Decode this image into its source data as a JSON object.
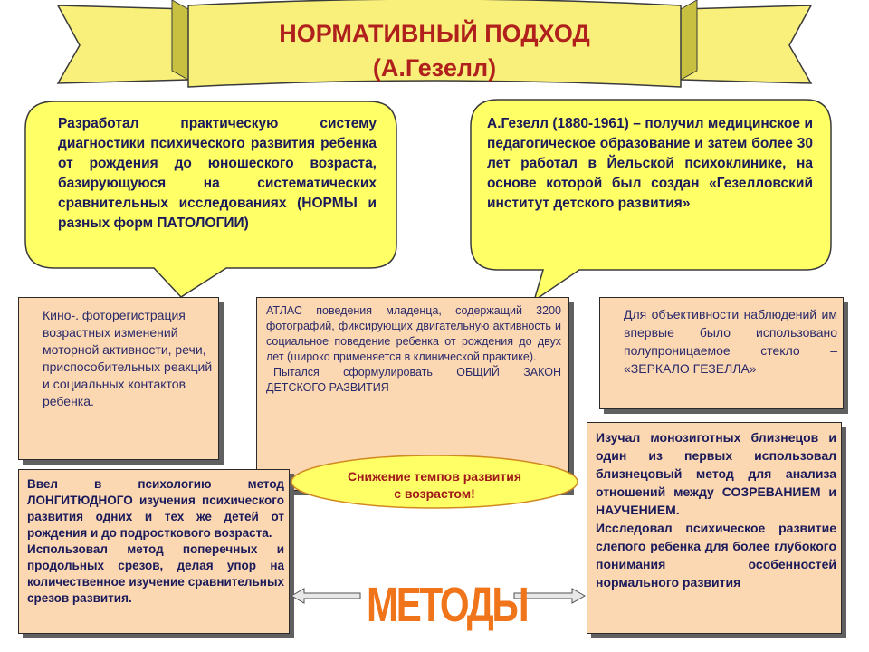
{
  "title": {
    "line1": "НОРМАТИВНЫЙ ПОДХОД",
    "line2": "(А.Гезелл)"
  },
  "bubble_left": {
    "text": "Разработал практическую систему диагностики психического развития ребенка от рождения до юношеского возраста, базирующуюся на систематических сравнительных исследованиях (НОРМЫ и разных форм ПАТОЛОГИИ)"
  },
  "bubble_right": {
    "text": "А.Гезелл (1880-1961) – получил медицинское и педагогическое образование и затем более 30 лет работал в Йельской психоклинике, на основе которой был создан «Гезелловский институт детского развития»"
  },
  "box_film": {
    "text": "Кино-. фоторегистрация возрастных изменений моторной активности, речи, приспособительных реакций и социальных контактов ребенка."
  },
  "box_atlas": {
    "p1": "АТЛАС поведения младенца, содержащий 3200 фотографий, фиксирующих двигательную активность и социальное поведение ребенка от рождения до двух лет (широко применяется в клинической практике).",
    "p2": "Пытался сформулировать ОБЩИЙ ЗАКОН ДЕТСКОГО РАЗВИТИЯ"
  },
  "box_mirror": {
    "text": "Для объективности наблюдений им впервые было использовано полупроницаемое стекло – «ЗЕРКАЛО ГЕЗЕЛЛА»"
  },
  "box_longitudinal": {
    "p1": "Ввел в психологию метод ЛОНГИТЮДНОГО изучения психического развития одних и тех же детей от рождения и до подросткового возраста.",
    "p2": "Использовал метод поперечных и продольных срезов, делая упор на количественное изучение сравнительных срезов развития."
  },
  "box_twins": {
    "p1": "Изучал монозиготных близнецов и один из первых использовал близнецовый метод для анализа отношений между СОЗРЕВАНИЕМ и НАУЧЕНИЕМ.",
    "p2": "Исследовал психическое развитие слепого ребенка для более глубокого понимания особенностей нормального развития"
  },
  "ellipse": {
    "line1": "Снижение темпов развития",
    "line2": "с возрастом!"
  },
  "methods_label": "МЕТОДЫ",
  "colors": {
    "banner_fill": "#f8f07a",
    "bubble_fill": "#ffff66",
    "box_fill": "#fbd7b2",
    "title_red": "#b0201c",
    "methods_orange": "#f0741a",
    "text_navy": "#1a1a5a"
  }
}
